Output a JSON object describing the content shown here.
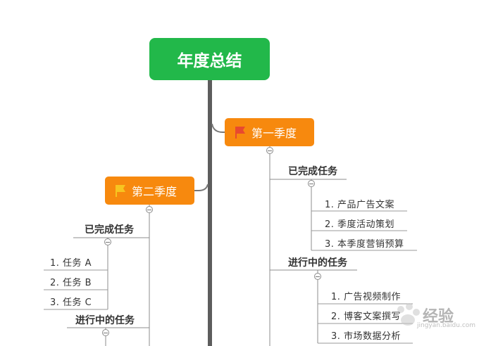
{
  "root": {
    "title": "年度总结"
  },
  "quarter1": {
    "title": "第一季度",
    "completed": {
      "label": "已完成任务",
      "items": [
        "1. 产品广告文案",
        "2. 季度活动策划",
        "3. 本季度营销预算"
      ]
    },
    "in_progress": {
      "label": "进行中的任务",
      "items": [
        "1. 广告视频制作",
        "2. 博客文案撰写",
        "3. 市场数据分析"
      ]
    }
  },
  "quarter2": {
    "title": "第二季度",
    "completed": {
      "label": "已完成任务",
      "items": [
        "1. 任务 A",
        "2. 任务 B",
        "3. 任务 C"
      ]
    },
    "in_progress": {
      "label": "进行中的任务"
    }
  },
  "watermark": {
    "text": "经验",
    "subtext": "jingyan.baidu.com"
  },
  "colors": {
    "root": "#22b84a",
    "quarter": "#f7890e",
    "flag_q1": "#e8492f",
    "flag_q2": "#f7c520",
    "trunk": "#5d5d5d",
    "connector": "#8c8c8c"
  }
}
